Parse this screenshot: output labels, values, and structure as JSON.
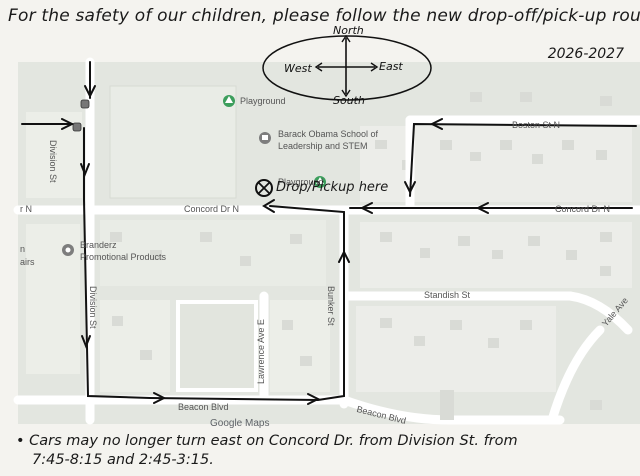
{
  "header": {
    "title": "For the safety of our children, please follow the new drop-off/pick-up route.",
    "year": "2026-2027"
  },
  "compass": {
    "north": "North",
    "south": "South",
    "east": "East",
    "west": "West"
  },
  "map": {
    "streets": {
      "concord_left": "Concord Dr N",
      "concord_right": "Concord Dr N",
      "concord_edge": "r N",
      "boston": "Boston St N",
      "division_top": "Division St",
      "division_bottom": "Division St",
      "standish": "Standish St",
      "bunker": "Bunker St",
      "lawrence": "Lawrence Ave E",
      "yale": "Yale Ave",
      "beacon_left": "Beacon Blvd",
      "beacon_right": "Beacon Blvd"
    },
    "places": {
      "playground_top": "Playground",
      "playground_mid": "Playground",
      "school_line1": "Barack Obama School of",
      "school_line2": "Leadership and STEM",
      "branderz_line1": "Branderz",
      "branderz_line2": "Promotional Products",
      "edge_n": "n",
      "edge_airs": "airs"
    },
    "drop_label": "Drop/Pickup here",
    "attribution": "Google Maps"
  },
  "footer": {
    "note_line1": "Cars may no longer turn east on Concord Dr. from Division St. from",
    "note_line2": "7:45-8:15 and 2:45-3:15."
  }
}
